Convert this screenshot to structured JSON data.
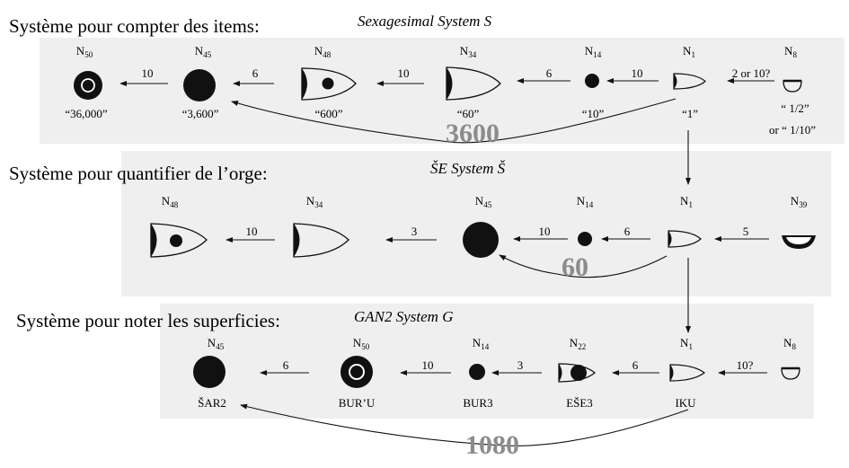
{
  "colors": {
    "panel": "#efefef",
    "ink": "#111111",
    "big_number": "#8c8c8c",
    "background": "#ffffff"
  },
  "systems": [
    {
      "label": "Système pour compter des items:",
      "title": "Sexagesimal System S",
      "signs": [
        {
          "name": "N",
          "sub": "50",
          "shape": "ring-disc",
          "caption": "“36,000”"
        },
        {
          "name": "N",
          "sub": "45",
          "shape": "big-disc",
          "caption": "“3,600”"
        },
        {
          "name": "N",
          "sub": "48",
          "shape": "cone-dot",
          "caption": "“600”"
        },
        {
          "name": "N",
          "sub": "34",
          "shape": "big-cone",
          "caption": "“60”"
        },
        {
          "name": "N",
          "sub": "14",
          "shape": "small-disc",
          "caption": "“10”"
        },
        {
          "name": "N",
          "sub": "1",
          "shape": "small-cone",
          "caption": "“1”"
        },
        {
          "name": "N",
          "sub": "8",
          "shape": "half-cup",
          "caption_lines": [
            "“ 1/2”",
            "or “ 1/10”"
          ]
        }
      ],
      "ratios": [
        "10",
        "6",
        "10",
        "6",
        "10",
        "2 or 10?"
      ],
      "conversion": "3600"
    },
    {
      "label": "Système pour quantifier de l’orge:",
      "title": "ŠE System Š",
      "signs": [
        {
          "name": "N",
          "sub": "48",
          "shape": "cone-dot"
        },
        {
          "name": "N",
          "sub": "34",
          "shape": "big-cone"
        },
        {
          "name": "N",
          "sub": "45",
          "shape": "big-disc"
        },
        {
          "name": "N",
          "sub": "14",
          "shape": "small-disc"
        },
        {
          "name": "N",
          "sub": "1",
          "shape": "small-cone"
        },
        {
          "name": "N",
          "sub": "39",
          "shape": "half-disc"
        }
      ],
      "ratios": [
        "10",
        "3",
        "10",
        "6",
        "5"
      ],
      "conversion": "60"
    },
    {
      "label": "Système pour noter les superficies:",
      "title": "GAN2 System G",
      "signs": [
        {
          "name": "N",
          "sub": "45",
          "shape": "big-disc",
          "caption": "ŠAR2"
        },
        {
          "name": "N",
          "sub": "50",
          "shape": "ring-disc",
          "caption": "BUR’U"
        },
        {
          "name": "N",
          "sub": "14",
          "shape": "small-disc",
          "caption": "BUR3"
        },
        {
          "name": "N",
          "sub": "22",
          "shape": "cone-disc",
          "caption": "EŠE3"
        },
        {
          "name": "N",
          "sub": "1",
          "shape": "small-cone",
          "caption": "IKU"
        },
        {
          "name": "N",
          "sub": "8",
          "shape": "half-cup"
        }
      ],
      "ratios": [
        "6",
        "10",
        "3",
        "6",
        "10?"
      ],
      "conversion": "1080"
    }
  ]
}
